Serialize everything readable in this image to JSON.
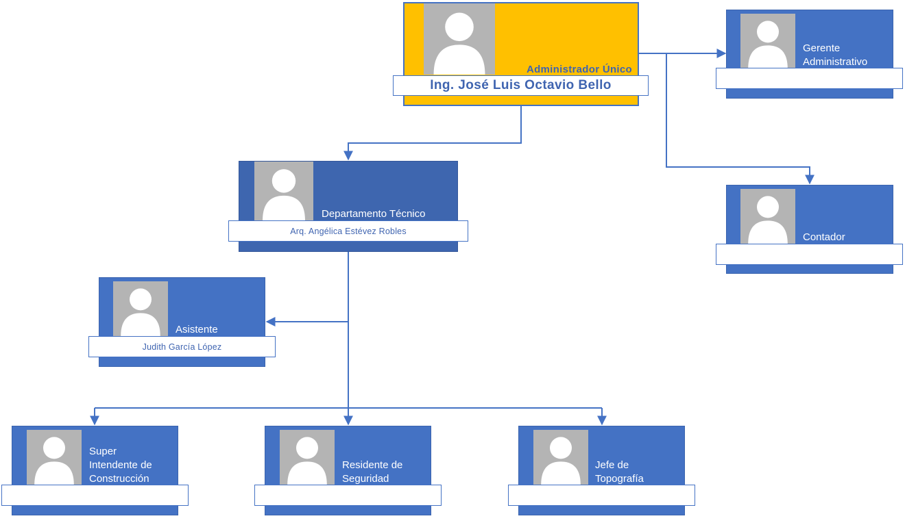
{
  "org_chart": {
    "top": {
      "title": "Administrador Único",
      "name": "Ing. José Luis Octavio Bello"
    },
    "gerente": {
      "title": "Gerente\nAdministrativo",
      "name": ""
    },
    "contador": {
      "title": "Contador",
      "name": ""
    },
    "departamento": {
      "title": "Departamento Técnico",
      "name": "Arq. Angélica Estévez Robles"
    },
    "asistente": {
      "title": "Asistente",
      "name": "Judith García López"
    },
    "super": {
      "title": "Super\nIntendente de\nConstrucción",
      "name": ""
    },
    "residente": {
      "title": "Residente de\nSeguridad",
      "name": ""
    },
    "jefe": {
      "title": "Jefe de\nTopografía",
      "name": ""
    }
  },
  "colors": {
    "card_blue": "#4472C4",
    "card_dark_blue": "#3E66AF",
    "card_gold": "#FFC000",
    "connector": "#4472C4",
    "photo_bg": "#B4B4B4"
  },
  "icons": {
    "photo_placeholder": "person-silhouette-icon",
    "arrow": "arrowhead-icon"
  }
}
